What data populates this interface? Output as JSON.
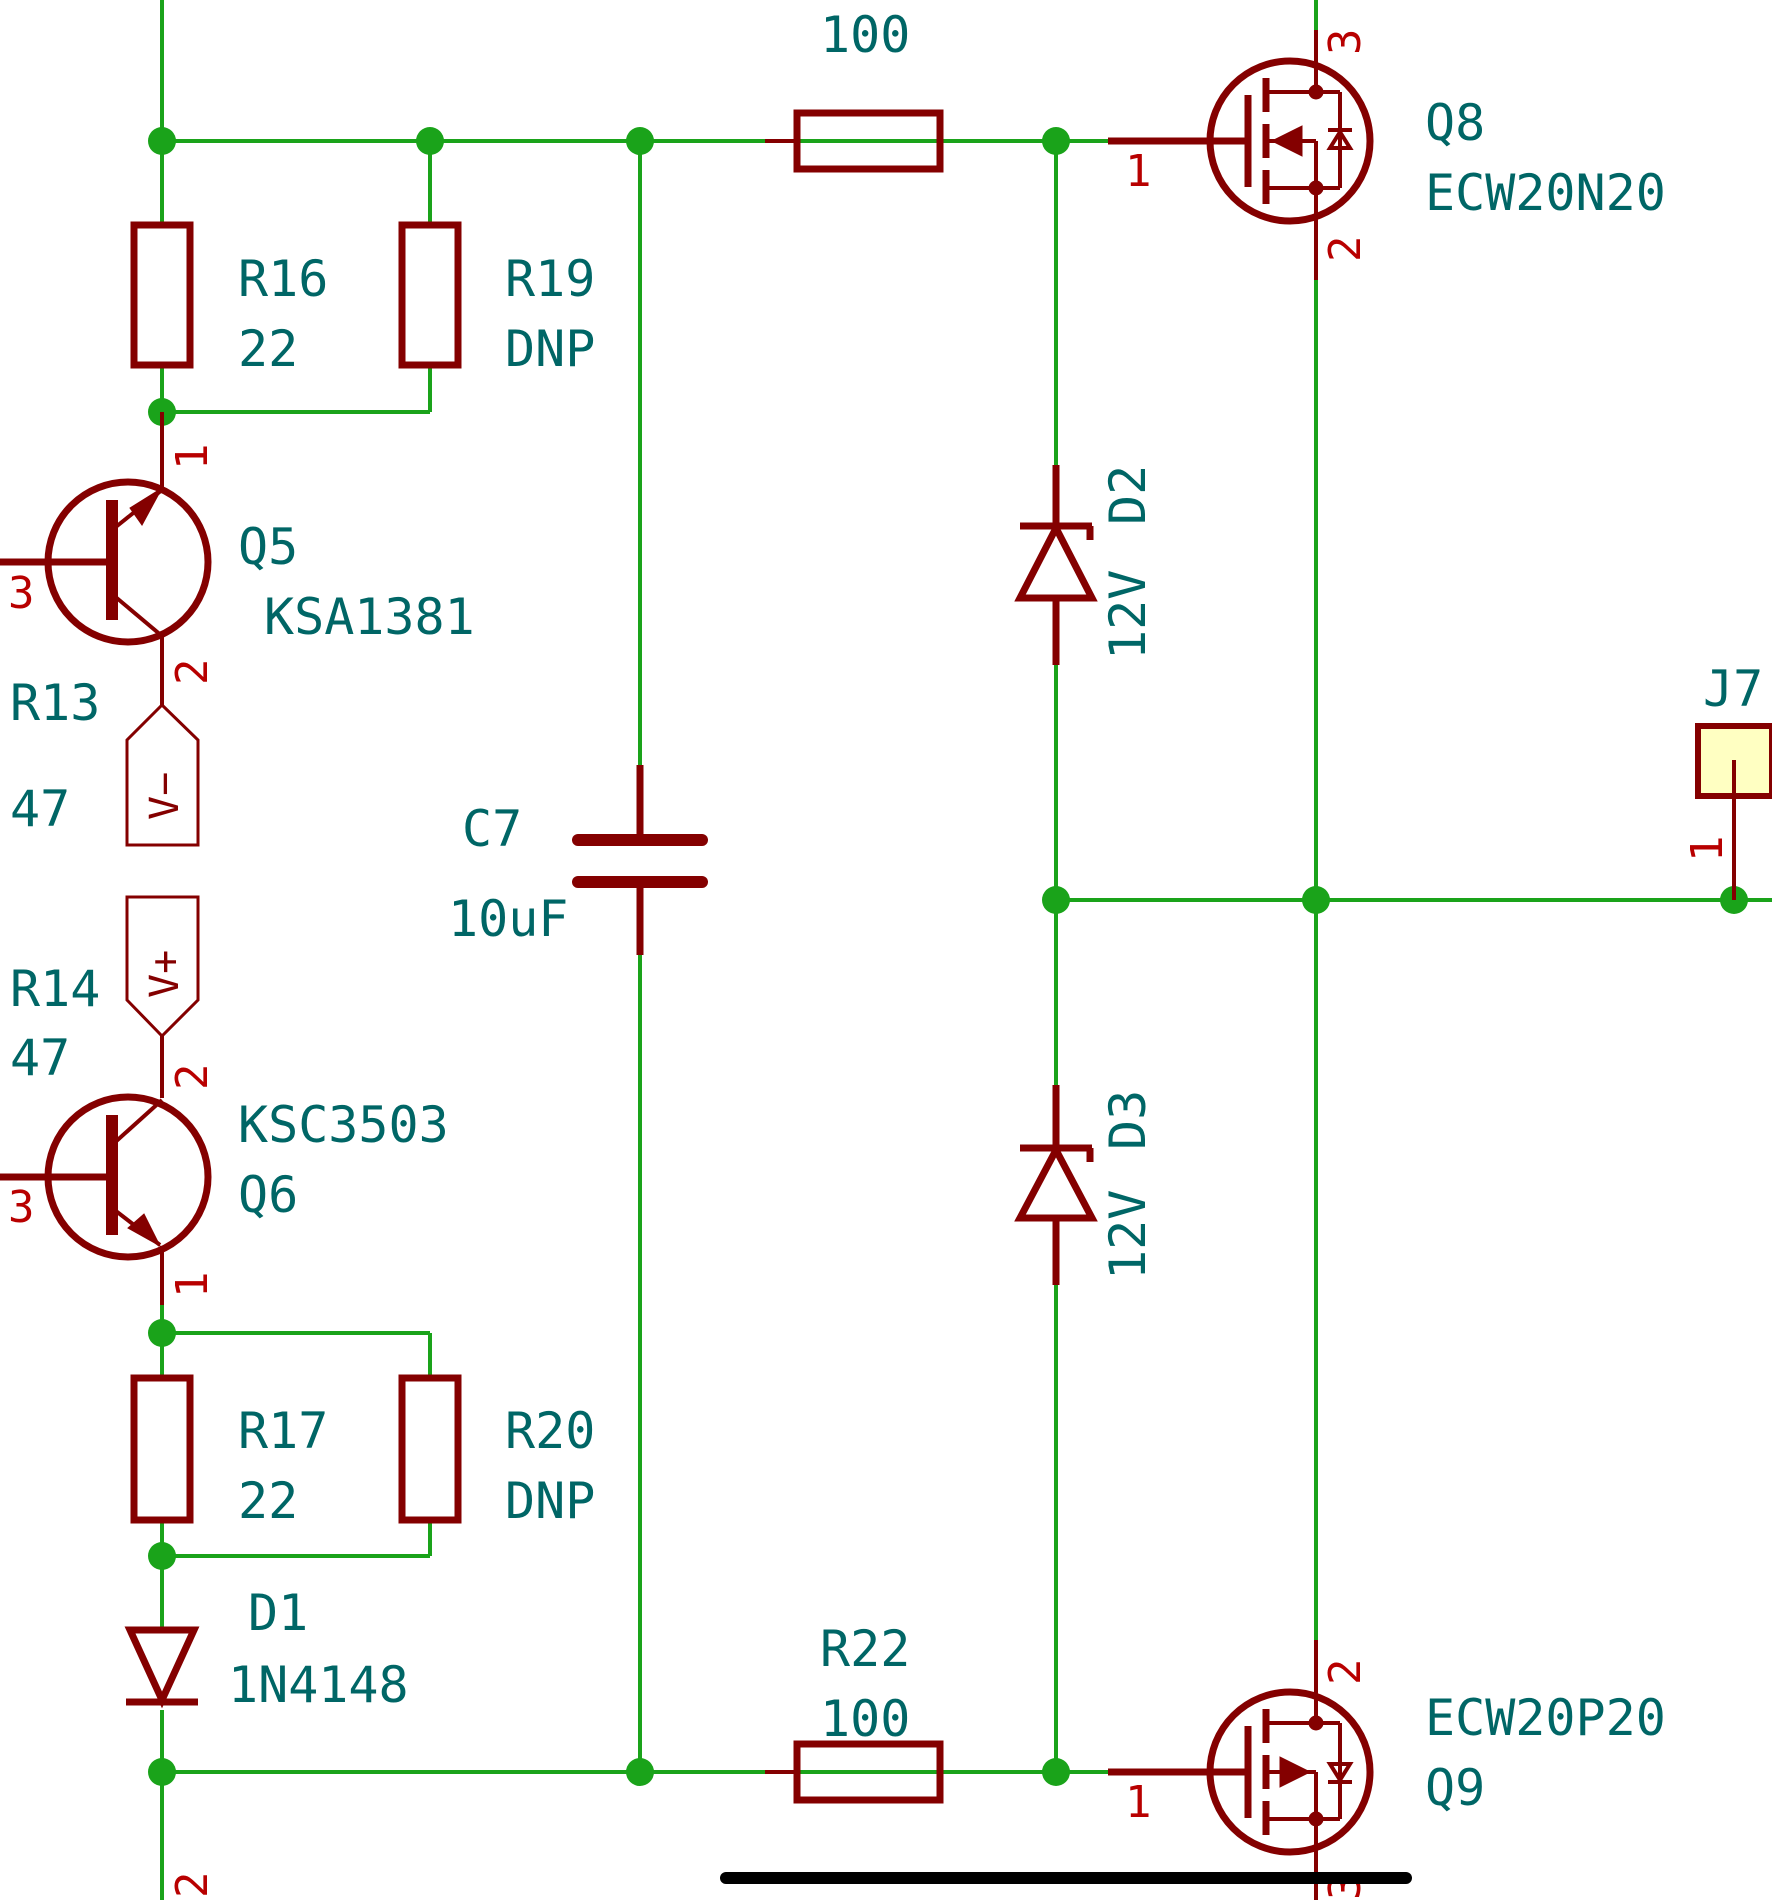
{
  "components": {
    "r_top": {
      "value": "100"
    },
    "r16": {
      "ref": "R16",
      "value": "22"
    },
    "r19": {
      "ref": "R19",
      "value": "DNP"
    },
    "q5": {
      "ref": "Q5",
      "value": "KSA1381"
    },
    "r13": {
      "ref": "R13",
      "value": "47"
    },
    "r14": {
      "ref": "R14",
      "value": "47"
    },
    "q6": {
      "ref": "Q6",
      "value": "KSC3503"
    },
    "r17": {
      "ref": "R17",
      "value": "22"
    },
    "r20": {
      "ref": "R20",
      "value": "DNP"
    },
    "d1": {
      "ref": "D1",
      "value": "1N4148"
    },
    "c7": {
      "ref": "C7",
      "value": "10uF"
    },
    "r22": {
      "ref": "R22",
      "value": "100"
    },
    "d2": {
      "ref": "D2",
      "value": "12V"
    },
    "d3": {
      "ref": "D3",
      "value": "12V"
    },
    "q8": {
      "ref": "Q8",
      "value": "ECW20N20"
    },
    "q9": {
      "ref": "Q9",
      "value": "ECW20P20"
    },
    "j7": {
      "ref": "J7"
    }
  },
  "ports": {
    "vminus": "V−",
    "vplus": "V+"
  },
  "pins": {
    "one": "1",
    "two": "2",
    "three": "3"
  },
  "colors": {
    "wire": "#1aa31a",
    "component": "#840000",
    "text": "#006666",
    "pin": "#b80000",
    "connector": "#ffffc2"
  }
}
